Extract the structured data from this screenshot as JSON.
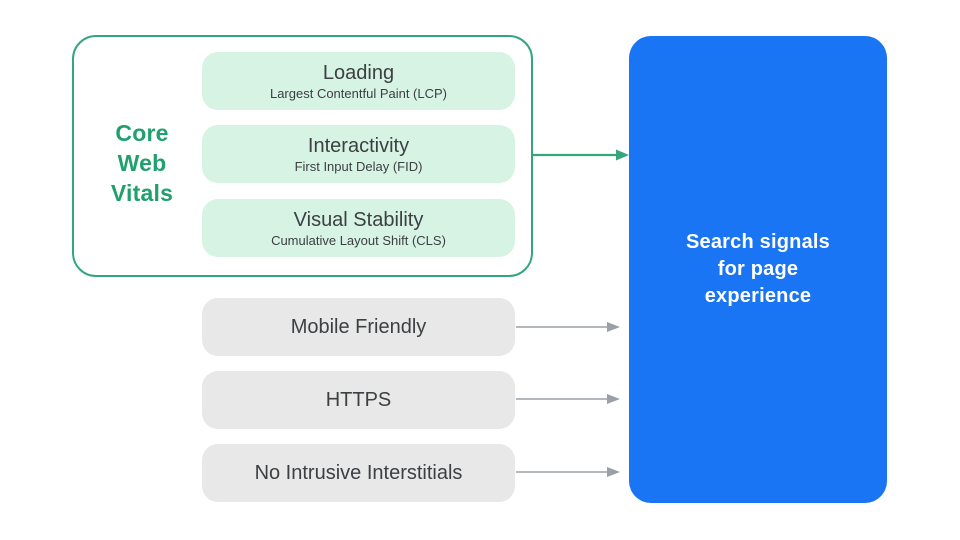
{
  "colors": {
    "green_text": "#1fa06d",
    "green_border": "#35a67c",
    "green_pill": "#d7f3e4",
    "gray_pill": "#e8e8e8",
    "text_dark": "#3c4043",
    "blue_box": "#1a75f5",
    "arrow_gray": "#9aa0a6",
    "white": "#ffffff"
  },
  "core_web_vitals": {
    "group_label": "Core Web Vitals",
    "items": [
      {
        "title": "Loading",
        "subtitle": "Largest Contentful Paint (LCP)"
      },
      {
        "title": "Interactivity",
        "subtitle": "First Input Delay (FID)"
      },
      {
        "title": "Visual Stability",
        "subtitle": "Cumulative Layout Shift (CLS)"
      }
    ]
  },
  "other_signals": [
    {
      "label": "Mobile Friendly"
    },
    {
      "label": "HTTPS"
    },
    {
      "label": "No Intrusive Interstitials"
    }
  ],
  "result_box": {
    "label": "Search signals for page experience"
  },
  "icons": {
    "green_arrow": "right-arrow",
    "gray_arrow": "right-arrow"
  }
}
